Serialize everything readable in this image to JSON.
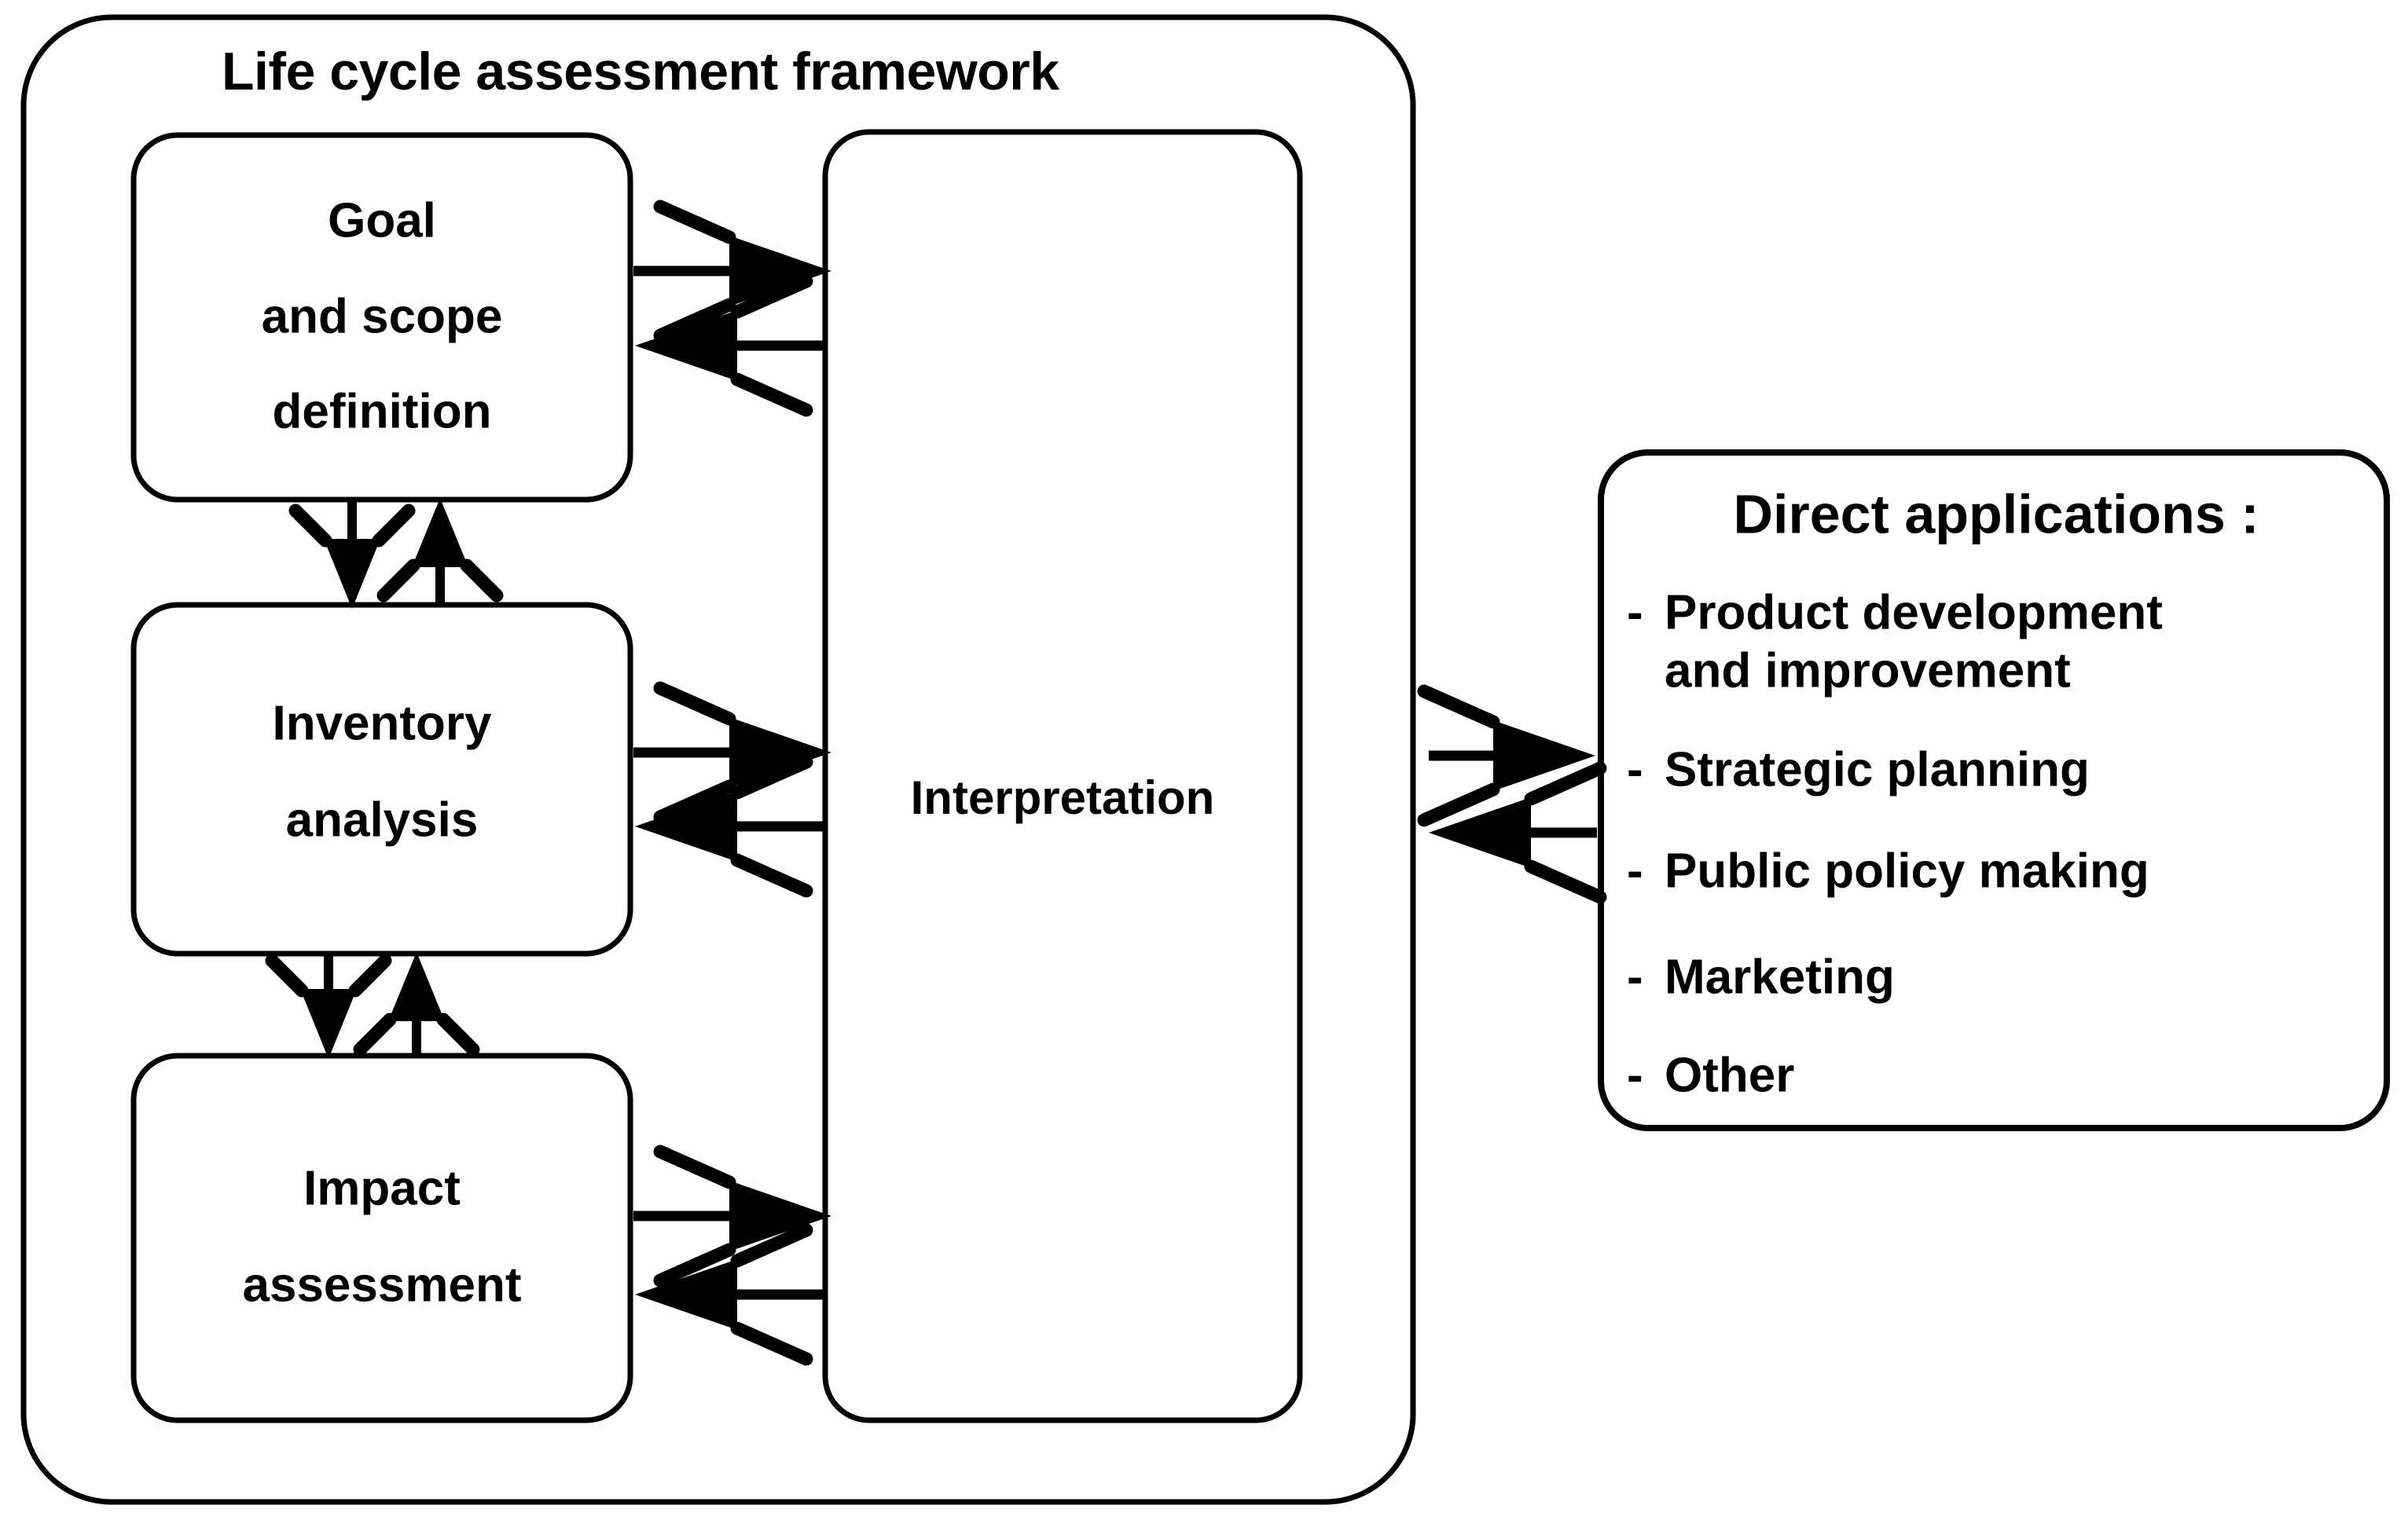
{
  "diagram": {
    "title": "Life cycle assessment framework",
    "nodes": {
      "goal": {
        "line1": "Goal",
        "line2": "and scope",
        "line3": "definition"
      },
      "inventory": {
        "line1": "Inventory",
        "line2": "analysis"
      },
      "impact": {
        "line1": "Impact",
        "line2": "assessment"
      },
      "interpretation": {
        "label": "Interpretation"
      }
    },
    "applications": {
      "title": "Direct applications :",
      "bullet": "-",
      "items": [
        {
          "line1": "Product development",
          "line2": "and improvement"
        },
        {
          "line1": "Strategic planning",
          "line2": ""
        },
        {
          "line1": "Public policy making",
          "line2": ""
        },
        {
          "line1": "Marketing",
          "line2": ""
        },
        {
          "line1": "Other",
          "line2": ""
        }
      ]
    },
    "colors": {
      "stroke": "#000000",
      "background": "#ffffff",
      "text": "#000000"
    }
  }
}
